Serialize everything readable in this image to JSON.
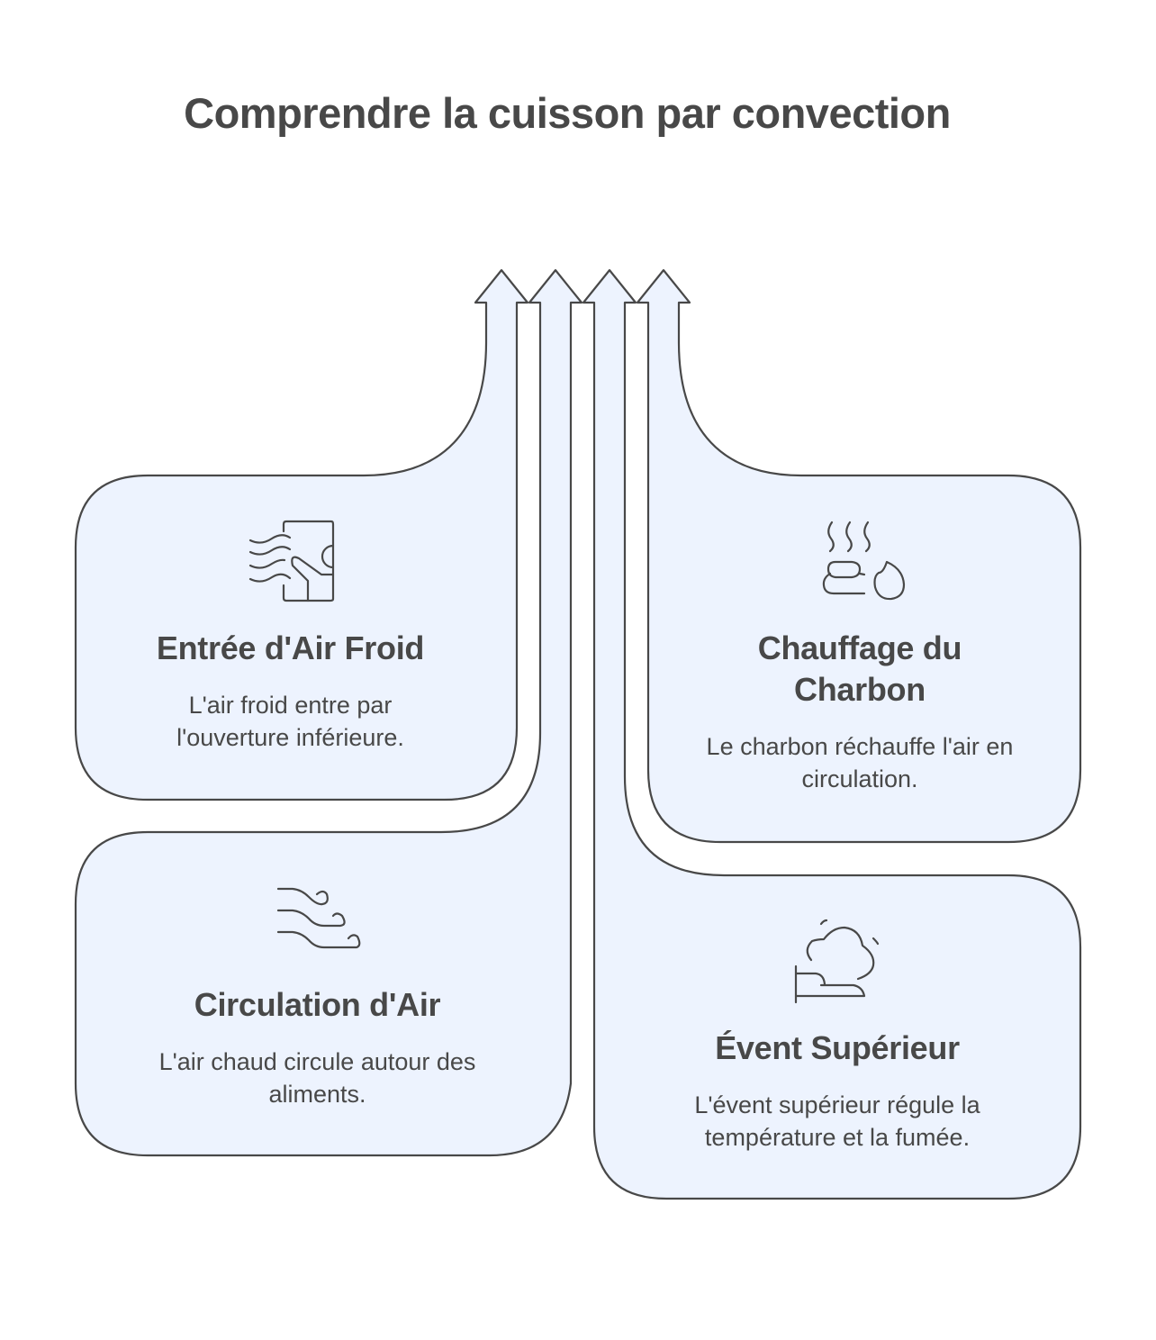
{
  "title": "Comprendre la cuisson par convection",
  "colors": {
    "fill": "#EDF3FE",
    "stroke": "#484848",
    "background": "#FFFFFF",
    "text": "#484848"
  },
  "steps": [
    {
      "heading": "Entrée d'Air Froid",
      "description": "L'air froid entre par l'ouverture inférieure.",
      "icon": "cold-air-window-icon"
    },
    {
      "heading": "Circulation d'Air",
      "description": "L'air chaud circule autour des aliments.",
      "icon": "wind-swirl-icon"
    },
    {
      "heading": "Chauffage du Charbon",
      "description": "Le charbon réchauffe l'air en circulation.",
      "icon": "hot-coal-flame-icon"
    },
    {
      "heading": "Évent Supérieur",
      "description": "L'évent supérieur régule la température et la fumée.",
      "icon": "vent-smoke-icon"
    }
  ]
}
